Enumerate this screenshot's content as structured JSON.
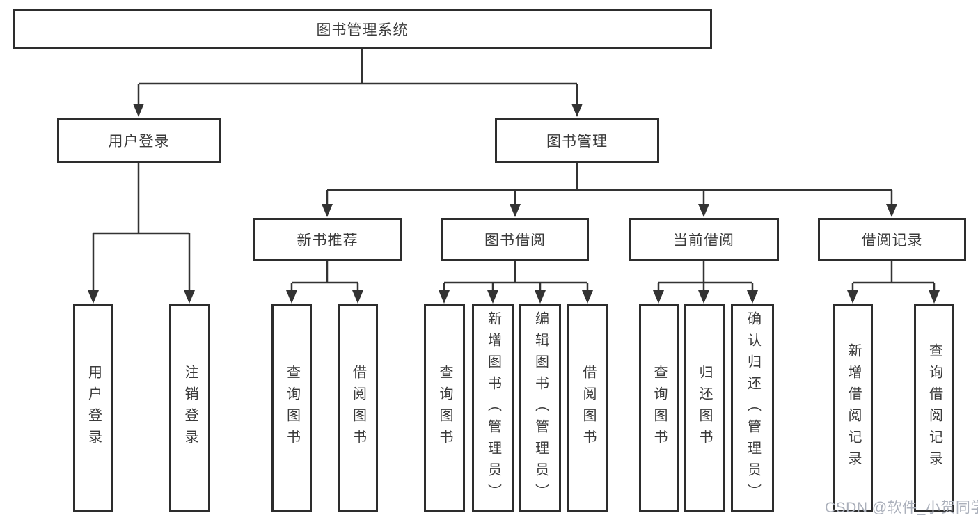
{
  "watermark": "CSDN @软件_小贺同学",
  "colors": {
    "line": "#333333",
    "box_border": "#2d2d2d",
    "text": "#3a3a3a",
    "watermark": "#abb0bb",
    "background": "#ffffff"
  },
  "tree": {
    "label": "图书管理系统",
    "children": [
      {
        "label": "用户登录",
        "children": [
          {
            "label": "用户登录"
          },
          {
            "label": "注销登录"
          }
        ]
      },
      {
        "label": "图书管理",
        "children": [
          {
            "label": "新书推荐",
            "children": [
              {
                "label": "查询图书"
              },
              {
                "label": "借阅图书"
              }
            ]
          },
          {
            "label": "图书借阅",
            "children": [
              {
                "label": "查询图书"
              },
              {
                "label": "新增图书（管理员）"
              },
              {
                "label": "编辑图书（管理员）"
              },
              {
                "label": "借阅图书"
              }
            ]
          },
          {
            "label": "当前借阅",
            "children": [
              {
                "label": "查询图书"
              },
              {
                "label": "归还图书"
              },
              {
                "label": "确认归还（管理员）"
              }
            ]
          },
          {
            "label": "借阅记录",
            "children": [
              {
                "label": "新增借阅记录"
              },
              {
                "label": "查询借阅记录"
              }
            ]
          }
        ]
      }
    ]
  }
}
